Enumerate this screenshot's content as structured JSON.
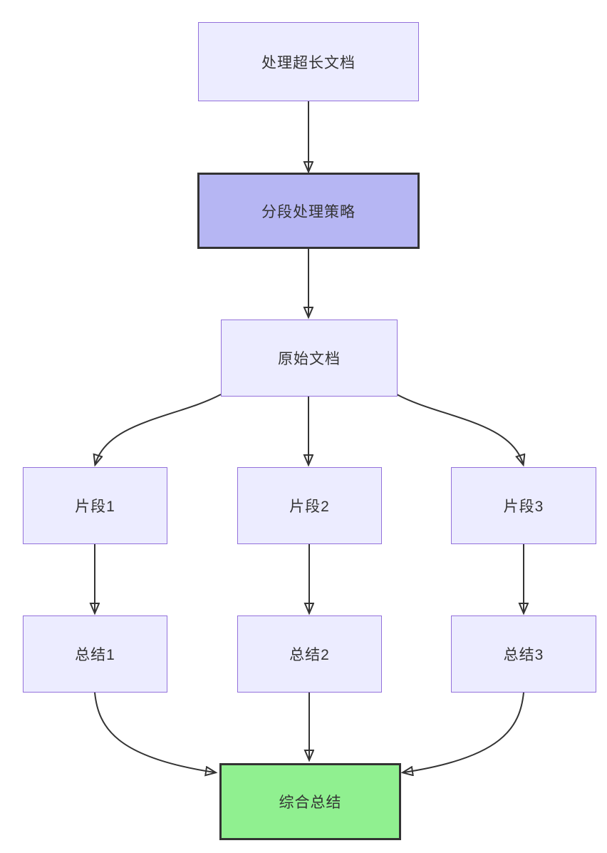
{
  "theme": {
    "canvas-bg": "#ffffff",
    "node-fill": "#ECECFF",
    "node-border": "#9370DB",
    "highlight-fill": "#b6b6f3",
    "highlight-border": "#333333",
    "success-fill": "#90f090",
    "success-border": "#333333",
    "edge-color": "#333333",
    "text-color": "#333333"
  },
  "diagram": {
    "type": "flowchart-top-down",
    "nodes": [
      {
        "id": "process-long-doc",
        "label": "处理超长文档",
        "style": "default"
      },
      {
        "id": "chunking-strategy",
        "label": "分段处理策略",
        "style": "highlight"
      },
      {
        "id": "original-doc",
        "label": "原始文档",
        "style": "default"
      },
      {
        "id": "chunk-1",
        "label": "片段1",
        "style": "default"
      },
      {
        "id": "chunk-2",
        "label": "片段2",
        "style": "default"
      },
      {
        "id": "chunk-3",
        "label": "片段3",
        "style": "default"
      },
      {
        "id": "summary-1",
        "label": "总结1",
        "style": "default"
      },
      {
        "id": "summary-2",
        "label": "总结2",
        "style": "default"
      },
      {
        "id": "summary-3",
        "label": "总结3",
        "style": "default"
      },
      {
        "id": "final-summary",
        "label": "综合总结",
        "style": "success"
      }
    ],
    "edges": [
      {
        "from": "process-long-doc",
        "to": "chunking-strategy"
      },
      {
        "from": "chunking-strategy",
        "to": "original-doc"
      },
      {
        "from": "original-doc",
        "to": "chunk-1"
      },
      {
        "from": "original-doc",
        "to": "chunk-2"
      },
      {
        "from": "original-doc",
        "to": "chunk-3"
      },
      {
        "from": "chunk-1",
        "to": "summary-1"
      },
      {
        "from": "chunk-2",
        "to": "summary-2"
      },
      {
        "from": "chunk-3",
        "to": "summary-3"
      },
      {
        "from": "summary-1",
        "to": "final-summary"
      },
      {
        "from": "summary-2",
        "to": "final-summary"
      },
      {
        "from": "summary-3",
        "to": "final-summary"
      }
    ]
  }
}
